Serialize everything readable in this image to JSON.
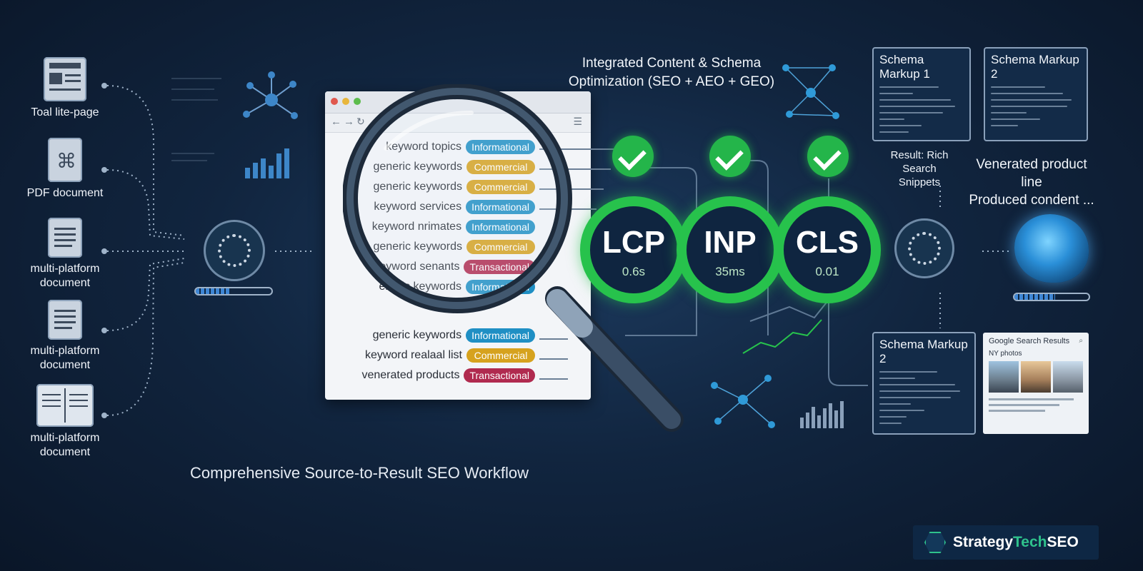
{
  "sources": [
    {
      "label": "Toal lite-page",
      "icon": "webpage-icon"
    },
    {
      "label": "PDF document",
      "icon": "pdf-icon"
    },
    {
      "label": "multi-platform\ndocument",
      "icon": "document-icon"
    },
    {
      "label": "multi-platform\ndocument",
      "icon": "document-icon"
    },
    {
      "label": "multi-platform\ndocument",
      "icon": "book-icon"
    }
  ],
  "keywords": [
    {
      "text": "keyword topics",
      "tag": "Informational",
      "kind": "info"
    },
    {
      "text": "generic keywords",
      "tag": "Commercial",
      "kind": "comm"
    },
    {
      "text": "generic keywords",
      "tag": "Commercial",
      "kind": "comm"
    },
    {
      "text": "keyword services",
      "tag": "Informational",
      "kind": "info"
    },
    {
      "text": "keyword nrimates",
      "tag": "Informational",
      "kind": "info"
    },
    {
      "text": "generic keywords",
      "tag": "Commercial",
      "kind": "comm"
    },
    {
      "text": "keyword senants",
      "tag": "Transactional",
      "kind": "trans"
    },
    {
      "text": "eneric keywords",
      "tag": "Informational",
      "kind": "info"
    },
    {
      "text": "generic keywords",
      "tag": "Informational",
      "kind": "info"
    },
    {
      "text": "keyword realaal list",
      "tag": "Commercial",
      "kind": "comm"
    },
    {
      "text": "venerated products",
      "tag": "Transactional",
      "kind": "trans"
    }
  ],
  "header": {
    "line1": "Integrated Content & Schema",
    "line2": "Optimization (SEO + AEO + GEO)"
  },
  "metrics": [
    {
      "name": "LCP",
      "value": "0.6s"
    },
    {
      "name": "INP",
      "value": "35ms"
    },
    {
      "name": "CLS",
      "value": "0.01"
    }
  ],
  "schema": {
    "markup1_title": "Schema Markup 1",
    "markup2_title": "Schema Markup 2",
    "markup3_title": "Schema Markup 2",
    "result_label": "Result: Rich Search\nSnippets",
    "venerated_line1": "Venerated product line",
    "venerated_line2": "Produced condent ..."
  },
  "google": {
    "title": "Google Search Results",
    "subtitle": "NY photos"
  },
  "footer": {
    "workflow_title": "Comprehensive Source-to-Result SEO Workflow"
  },
  "brand": {
    "name_prefix": "Strategy",
    "name_accent": "Tech",
    "name_suffix": "SEO"
  },
  "colors": {
    "informational": "#1f8fc4",
    "commercial": "#d6a21e",
    "transactional": "#b02a4f",
    "metric_ring": "#27c24c"
  },
  "progress": {
    "left_fraction": 0.45,
    "right_fraction": 0.55
  }
}
